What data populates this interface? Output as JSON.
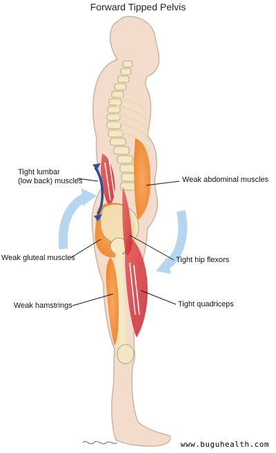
{
  "title": "Forward Tipped Pelvis",
  "labels": {
    "tight_lumbar_line1": "Tight lumbar",
    "tight_lumbar_line2": "(low back) muscles",
    "weak_gluteal": "Weak gluteal muscles",
    "weak_hamstrings": "Weak hamstrings",
    "weak_abdominal": "Weak abdominal muscles",
    "tight_hip_flexors": "Tight hip flexors",
    "tight_quadriceps": "Tight quadriceps"
  },
  "watermark": "www.buguhealth.com",
  "colors": {
    "skin": "#f3dccb",
    "outline": "#c8b4a4",
    "weak_muscle": "#f07f1e",
    "tight_muscle": "#d83a3a",
    "bone": "#f4e9c2",
    "rotation_arrow": "#b6d5ef",
    "lumbar_arrow": "#2e4f9a"
  }
}
